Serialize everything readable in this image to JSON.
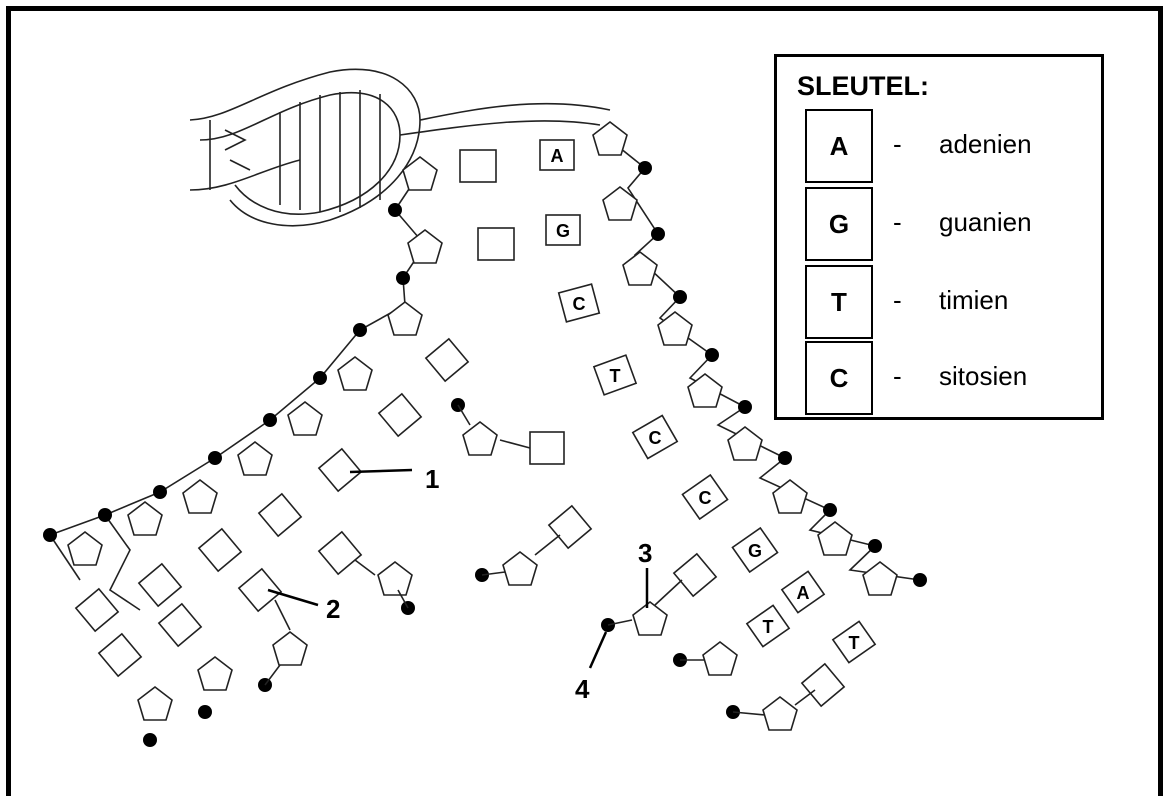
{
  "key": {
    "title": "SLEUTEL:",
    "entries": [
      {
        "letter": "A",
        "dash": "-",
        "name": "adenien"
      },
      {
        "letter": "G",
        "dash": "-",
        "name": "guanien"
      },
      {
        "letter": "T",
        "dash": "-",
        "name": "timien"
      },
      {
        "letter": "C",
        "dash": "-",
        "name": "sitosien"
      }
    ]
  },
  "strand_bases": [
    "A",
    "G",
    "C",
    "T",
    "C",
    "C",
    "G",
    "A",
    "T",
    "T"
  ],
  "labels": [
    "1",
    "2",
    "3",
    "4"
  ]
}
